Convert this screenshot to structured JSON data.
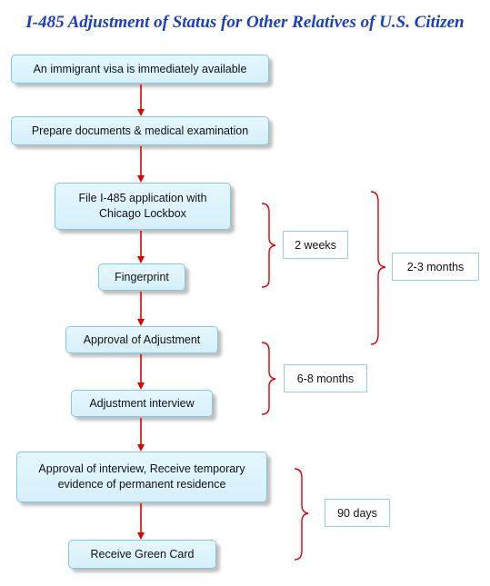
{
  "title": "I-485 Adjustment of Status for Other Relatives of U.S. Citizen",
  "steps": [
    "An immigrant visa is immediately available",
    "Prepare documents & medical examination",
    "File I-485 application with\nChicago Lockbox",
    "Fingerprint",
    "Approval of Adjustment",
    "Adjustment interview",
    "Approval of interview, Receive temporary\nevidence of permanent residence",
    "Receive Green Card"
  ],
  "durations": [
    "2 weeks",
    "2-3 months",
    "6-8 months",
    "90 days"
  ],
  "colors": {
    "title": "#1a3fc4",
    "arrow": "#e00000",
    "bracket": "#e00000",
    "box_border": "#7fc8e4",
    "box_fill": "#e6f7fd"
  }
}
